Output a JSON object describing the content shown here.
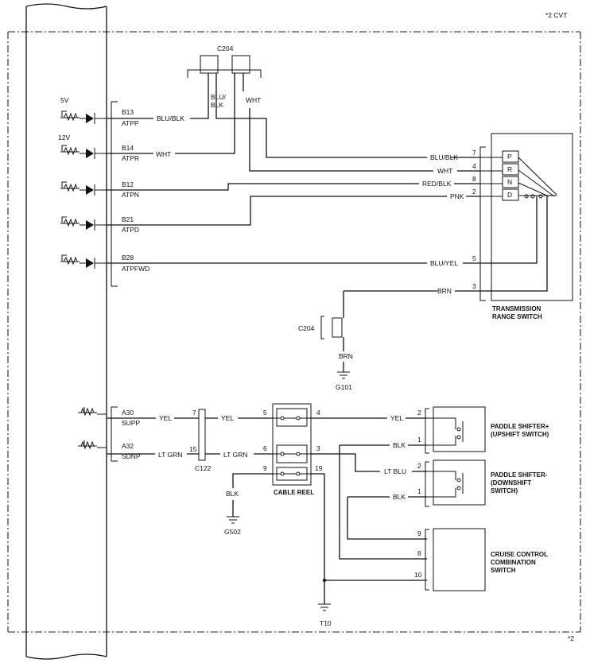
{
  "header": {
    "note_top": "*2 CVT",
    "note_bottom": "*2"
  },
  "ecu": {
    "top_pins": [
      {
        "pin": "B13",
        "name": "ATPP",
        "supply": "5V",
        "wire": "BLU/BLK"
      },
      {
        "pin": "B14",
        "name": "ATPR",
        "supply": "12V",
        "wire": "WHT"
      },
      {
        "pin": "B12",
        "name": "ATPN",
        "supply": "",
        "wire": ""
      },
      {
        "pin": "B21",
        "name": "ATPD",
        "supply": "",
        "wire": ""
      },
      {
        "pin": "B28",
        "name": "ATPFWD",
        "supply": "",
        "wire": ""
      }
    ],
    "bottom_pins": [
      {
        "pin": "A30",
        "name": "SUPP",
        "wire": "YEL"
      },
      {
        "pin": "A32",
        "name": "SDNP",
        "wire": "LT GRN"
      }
    ]
  },
  "c204_top": {
    "label": "C204",
    "wire_left": "BLU/\nBLK",
    "wire_left_1": "BLU/",
    "wire_left_2": "BLK",
    "wire_right": "WHT"
  },
  "trs": {
    "title_1": "TRANSMISSION",
    "title_2": "RANGE SWITCH",
    "positions": [
      "P",
      "R",
      "N",
      "D"
    ],
    "pins": [
      {
        "wire": "BLU/BLK",
        "pin": "7"
      },
      {
        "wire": "WHT",
        "pin": "4"
      },
      {
        "wire": "RED/BLK",
        "pin": "8"
      },
      {
        "wire": "PNK",
        "pin": "2"
      },
      {
        "wire": "BLU/YEL",
        "pin": "5"
      },
      {
        "wire": "BRN",
        "pin": "3"
      }
    ]
  },
  "c204_mid": {
    "label": "C204",
    "wire": "BRN",
    "ground": "G101"
  },
  "c122": {
    "label": "C122",
    "pin_top": "7",
    "pin_bottom": "15",
    "wire_top": "YEL",
    "wire_bottom": "LT GRN"
  },
  "cable_reel": {
    "label": "CABLE REEL",
    "left_pins": [
      "5",
      "6",
      "9"
    ],
    "right_pins": [
      "4",
      "3",
      "19"
    ],
    "ground_wire": "BLK",
    "ground": "G502"
  },
  "paddle_up": {
    "title_1": "PADDLE SHIFTER+",
    "title_2": "(UPSHIFT SWITCH)",
    "wire_top": "YEL",
    "pin_top": "2",
    "wire_bottom": "BLK",
    "pin_bottom": "1"
  },
  "paddle_down": {
    "title_1": "PADDLE SHIFTER-",
    "title_2": "(DOWNSHIFT",
    "title_3": "SWITCH)",
    "wire_top": "LT BLU",
    "pin_top": "2",
    "wire_bottom": "BLK",
    "pin_bottom": "1"
  },
  "cruise": {
    "title_1": "CRUISE CONTROL",
    "title_2": "COMBINATION",
    "title_3": "SWITCH",
    "pins": [
      "9",
      "8",
      "10"
    ]
  },
  "ground_t10": "T10"
}
